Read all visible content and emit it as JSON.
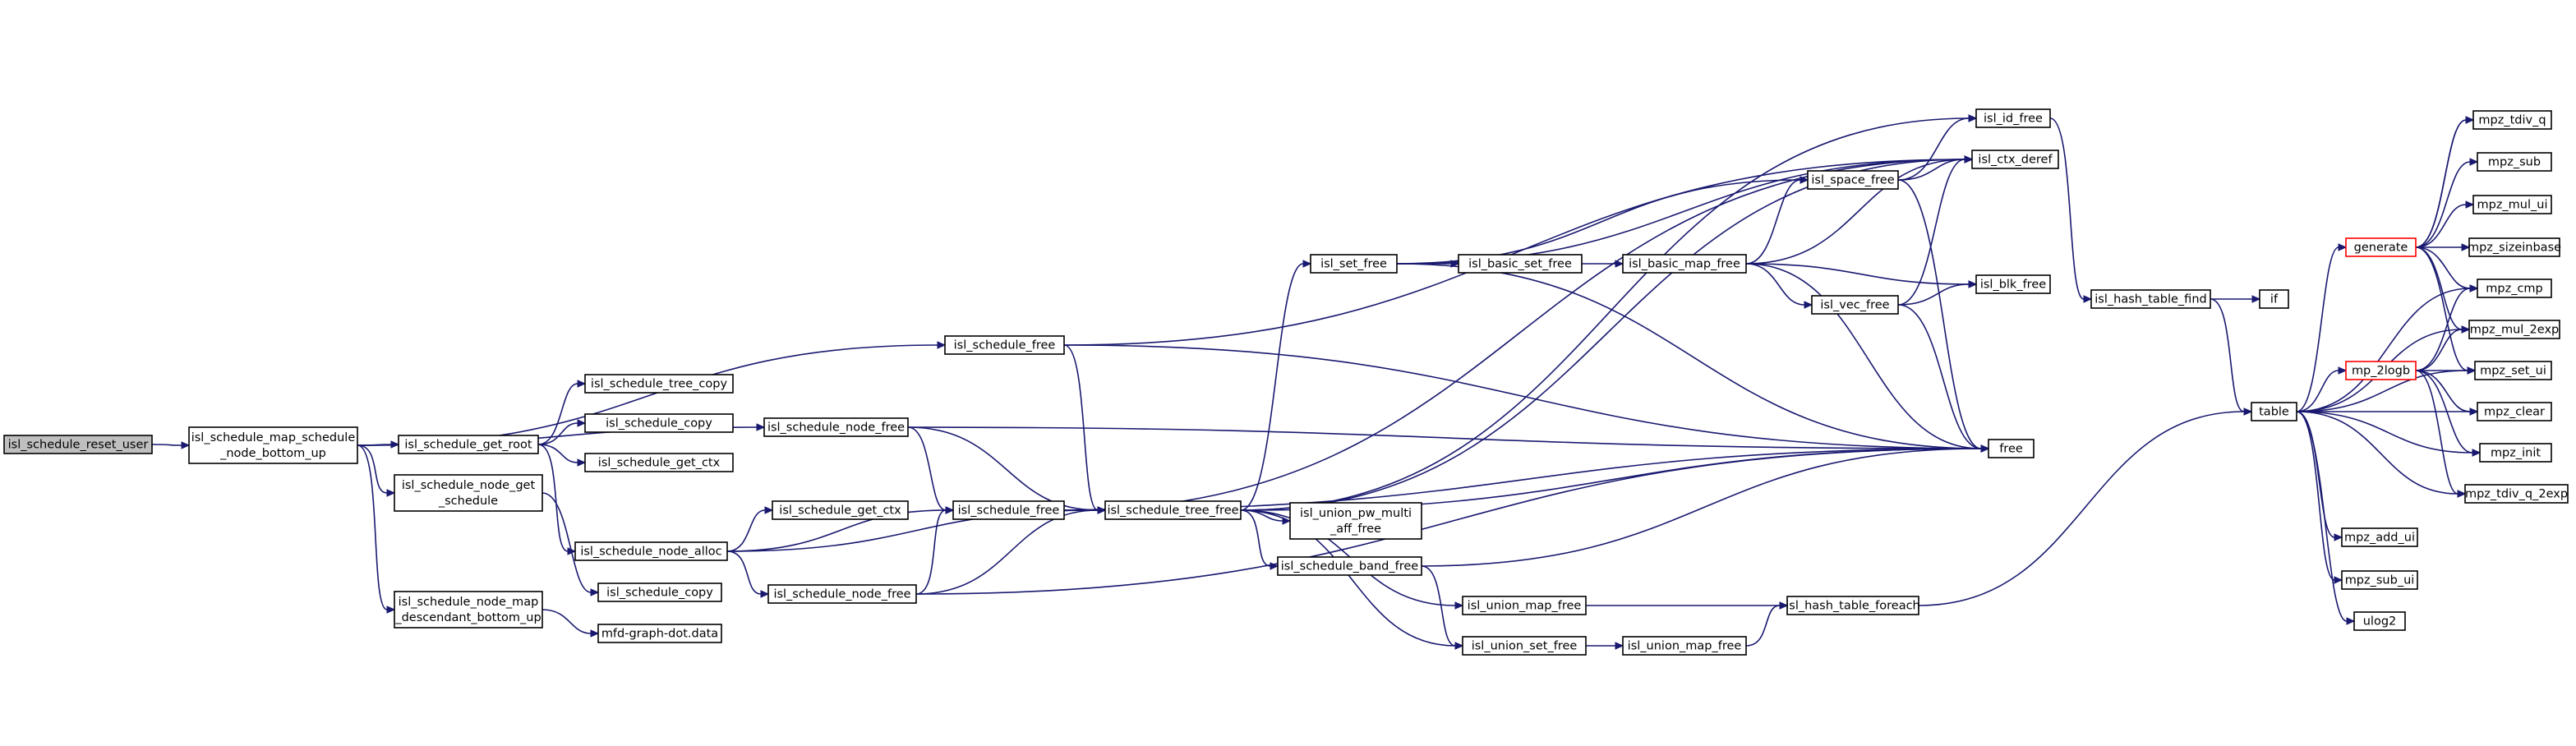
{
  "graph": {
    "nodes": [
      {
        "id": "reset_user",
        "lines": [
          "isl_schedule_reset_user"
        ],
        "root": true
      },
      {
        "id": "map_bottom_up",
        "lines": [
          "isl_schedule_map_schedule",
          "_node_bottom_up"
        ]
      },
      {
        "id": "get_root",
        "lines": [
          "isl_schedule_get_root"
        ]
      },
      {
        "id": "node_get_schedule",
        "lines": [
          "isl_schedule_node_get",
          "_schedule"
        ]
      },
      {
        "id": "node_map_desc",
        "lines": [
          "isl_schedule_node_map",
          "_descendant_bottom_up"
        ]
      },
      {
        "id": "sched_free_top",
        "lines": [
          "isl_schedule_free"
        ]
      },
      {
        "id": "node_free_top",
        "lines": [
          "isl_schedule_node_free"
        ]
      },
      {
        "id": "tree_copy",
        "lines": [
          "isl_schedule_tree_copy"
        ]
      },
      {
        "id": "sched_copy1",
        "lines": [
          "isl_schedule_copy"
        ]
      },
      {
        "id": "get_ctx1",
        "lines": [
          "isl_schedule_get_ctx"
        ]
      },
      {
        "id": "node_alloc",
        "lines": [
          "isl_schedule_node_alloc"
        ]
      },
      {
        "id": "sched_copy2",
        "lines": [
          "isl_schedule_copy"
        ]
      },
      {
        "id": "mfd",
        "lines": [
          "mfd-graph-dot.data"
        ]
      },
      {
        "id": "get_ctx2",
        "lines": [
          "isl_schedule_get_ctx"
        ]
      },
      {
        "id": "sched_free_mid",
        "lines": [
          "isl_schedule_free"
        ]
      },
      {
        "id": "node_free_bot",
        "lines": [
          "isl_schedule_node_free"
        ]
      },
      {
        "id": "tree_free",
        "lines": [
          "isl_schedule_tree_free"
        ]
      },
      {
        "id": "set_free",
        "lines": [
          "isl_set_free"
        ]
      },
      {
        "id": "basic_set_free",
        "lines": [
          "isl_basic_set_free"
        ]
      },
      {
        "id": "basic_map_free",
        "lines": [
          "isl_basic_map_free"
        ]
      },
      {
        "id": "space_free",
        "lines": [
          "isl_space_free"
        ]
      },
      {
        "id": "vec_free",
        "lines": [
          "isl_vec_free"
        ]
      },
      {
        "id": "upma_free",
        "lines": [
          "isl_union_pw_multi",
          "_aff_free"
        ]
      },
      {
        "id": "band_free",
        "lines": [
          "isl_schedule_band_free"
        ]
      },
      {
        "id": "umap_free1",
        "lines": [
          "isl_union_map_free"
        ]
      },
      {
        "id": "uset_free",
        "lines": [
          "isl_union_set_free"
        ]
      },
      {
        "id": "umap_free2",
        "lines": [
          "isl_union_map_free"
        ]
      },
      {
        "id": "hash_foreach",
        "lines": [
          "isl_hash_table_foreach"
        ]
      },
      {
        "id": "id_free",
        "lines": [
          "isl_id_free"
        ]
      },
      {
        "id": "ctx_deref",
        "lines": [
          "isl_ctx_deref"
        ]
      },
      {
        "id": "blk_free",
        "lines": [
          "isl_blk_free"
        ]
      },
      {
        "id": "free",
        "lines": [
          "free"
        ]
      },
      {
        "id": "hash_find",
        "lines": [
          "isl_hash_table_find"
        ]
      },
      {
        "id": "if",
        "lines": [
          "if"
        ]
      },
      {
        "id": "table",
        "lines": [
          "table"
        ]
      },
      {
        "id": "generate",
        "lines": [
          "generate"
        ],
        "partial": true
      },
      {
        "id": "mp_2logb",
        "lines": [
          "mp_2logb"
        ],
        "partial": true
      },
      {
        "id": "mpz_tdiv_q",
        "lines": [
          "mpz_tdiv_q"
        ]
      },
      {
        "id": "mpz_sub",
        "lines": [
          "mpz_sub"
        ]
      },
      {
        "id": "mpz_mul_ui",
        "lines": [
          "mpz_mul_ui"
        ]
      },
      {
        "id": "mpz_sizeinbase",
        "lines": [
          "mpz_sizeinbase"
        ]
      },
      {
        "id": "mpz_cmp",
        "lines": [
          "mpz_cmp"
        ]
      },
      {
        "id": "mpz_mul_2exp",
        "lines": [
          "mpz_mul_2exp"
        ]
      },
      {
        "id": "mpz_set_ui",
        "lines": [
          "mpz_set_ui"
        ]
      },
      {
        "id": "mpz_clear",
        "lines": [
          "mpz_clear"
        ]
      },
      {
        "id": "mpz_init",
        "lines": [
          "mpz_init"
        ]
      },
      {
        "id": "mpz_tdiv_q_2exp",
        "lines": [
          "mpz_tdiv_q_2exp"
        ]
      },
      {
        "id": "mpz_add_ui",
        "lines": [
          "mpz_add_ui"
        ]
      },
      {
        "id": "mpz_sub_ui",
        "lines": [
          "mpz_sub_ui"
        ]
      },
      {
        "id": "ulog2",
        "lines": [
          "ulog2"
        ]
      }
    ],
    "edges": [
      [
        "reset_user",
        "map_bottom_up"
      ],
      [
        "map_bottom_up",
        "sched_free_top"
      ],
      [
        "map_bottom_up",
        "node_free_top"
      ],
      [
        "map_bottom_up",
        "get_root"
      ],
      [
        "map_bottom_up",
        "node_get_schedule"
      ],
      [
        "map_bottom_up",
        "node_map_desc"
      ],
      [
        "get_root",
        "tree_copy"
      ],
      [
        "get_root",
        "sched_copy1"
      ],
      [
        "get_root",
        "get_ctx1"
      ],
      [
        "get_root",
        "node_alloc"
      ],
      [
        "node_get_schedule",
        "sched_copy2"
      ],
      [
        "node_map_desc",
        "mfd"
      ],
      [
        "node_alloc",
        "get_ctx2"
      ],
      [
        "node_alloc",
        "sched_free_mid"
      ],
      [
        "node_alloc",
        "tree_free"
      ],
      [
        "node_alloc",
        "node_free_bot"
      ],
      [
        "sched_free_top",
        "tree_free"
      ],
      [
        "sched_free_top",
        "ctx_deref"
      ],
      [
        "sched_free_top",
        "free"
      ],
      [
        "node_free_top",
        "sched_free_mid"
      ],
      [
        "node_free_top",
        "tree_free"
      ],
      [
        "node_free_top",
        "free"
      ],
      [
        "sched_free_mid",
        "tree_free"
      ],
      [
        "sched_free_mid",
        "ctx_deref"
      ],
      [
        "sched_free_mid",
        "free"
      ],
      [
        "node_free_bot",
        "sched_free_mid"
      ],
      [
        "node_free_bot",
        "tree_free"
      ],
      [
        "node_free_bot",
        "free"
      ],
      [
        "tree_free",
        "set_free"
      ],
      [
        "tree_free",
        "id_free"
      ],
      [
        "tree_free",
        "ctx_deref"
      ],
      [
        "tree_free",
        "upma_free"
      ],
      [
        "tree_free",
        "band_free"
      ],
      [
        "tree_free",
        "umap_free1"
      ],
      [
        "tree_free",
        "uset_free"
      ],
      [
        "tree_free",
        "free"
      ],
      [
        "set_free",
        "basic_set_free"
      ],
      [
        "set_free",
        "space_free"
      ],
      [
        "set_free",
        "ctx_deref"
      ],
      [
        "set_free",
        "free"
      ],
      [
        "basic_set_free",
        "basic_map_free"
      ],
      [
        "basic_map_free",
        "space_free"
      ],
      [
        "basic_map_free",
        "ctx_deref"
      ],
      [
        "basic_map_free",
        "blk_free"
      ],
      [
        "basic_map_free",
        "vec_free"
      ],
      [
        "basic_map_free",
        "free"
      ],
      [
        "space_free",
        "id_free"
      ],
      [
        "space_free",
        "ctx_deref"
      ],
      [
        "space_free",
        "free"
      ],
      [
        "vec_free",
        "ctx_deref"
      ],
      [
        "vec_free",
        "blk_free"
      ],
      [
        "vec_free",
        "free"
      ],
      [
        "band_free",
        "free"
      ],
      [
        "band_free",
        "uset_free"
      ],
      [
        "umap_free1",
        "hash_foreach"
      ],
      [
        "uset_free",
        "umap_free2"
      ],
      [
        "umap_free2",
        "hash_foreach"
      ],
      [
        "hash_foreach",
        "table"
      ],
      [
        "id_free",
        "hash_find"
      ],
      [
        "hash_find",
        "if"
      ],
      [
        "hash_find",
        "table"
      ],
      [
        "table",
        "generate"
      ],
      [
        "table",
        "mp_2logb"
      ],
      [
        "table",
        "mpz_cmp"
      ],
      [
        "table",
        "mpz_mul_2exp"
      ],
      [
        "table",
        "mpz_set_ui"
      ],
      [
        "table",
        "mpz_clear"
      ],
      [
        "table",
        "mpz_init"
      ],
      [
        "table",
        "mpz_tdiv_q_2exp"
      ],
      [
        "table",
        "mpz_add_ui"
      ],
      [
        "table",
        "mpz_sub_ui"
      ],
      [
        "table",
        "ulog2"
      ],
      [
        "generate",
        "mpz_tdiv_q"
      ],
      [
        "generate",
        "mpz_sub"
      ],
      [
        "generate",
        "mpz_mul_ui"
      ],
      [
        "generate",
        "mpz_sizeinbase"
      ],
      [
        "generate",
        "mpz_cmp"
      ],
      [
        "generate",
        "mpz_mul_2exp"
      ],
      [
        "generate",
        "mpz_set_ui"
      ],
      [
        "generate",
        "mpz_tdiv_q"
      ],
      [
        "mp_2logb",
        "mpz_set_ui"
      ],
      [
        "mp_2logb",
        "mpz_clear"
      ],
      [
        "mp_2logb",
        "mpz_init"
      ],
      [
        "mp_2logb",
        "mpz_mul_2exp"
      ],
      [
        "mp_2logb",
        "mpz_tdiv_q_2exp"
      ],
      [
        "mp_2logb",
        "mpz_cmp"
      ]
    ]
  }
}
